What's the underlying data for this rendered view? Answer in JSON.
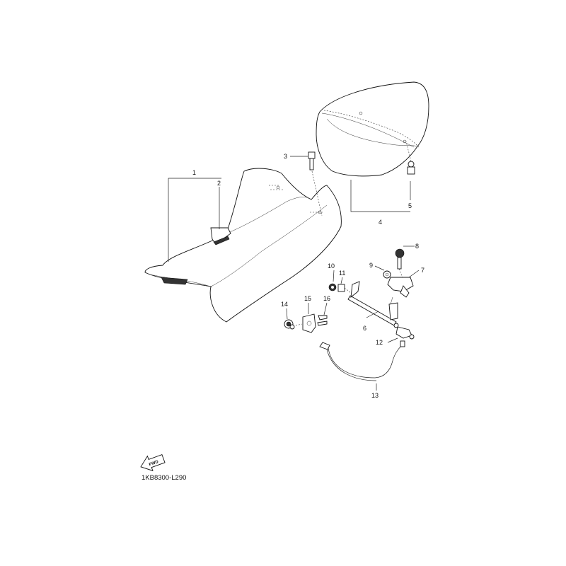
{
  "callouts": {
    "c1": "1",
    "c2": "2",
    "c3": "3",
    "c4": "4",
    "c5": "5",
    "c6": "6",
    "c7": "7",
    "c8": "8",
    "c9": "9",
    "c10": "10",
    "c11": "11",
    "c12": "12",
    "c13": "13",
    "c14": "14",
    "c15": "15",
    "c16": "16"
  },
  "fwd_label": "FWD",
  "diagram_code": "1KB8300-L290"
}
